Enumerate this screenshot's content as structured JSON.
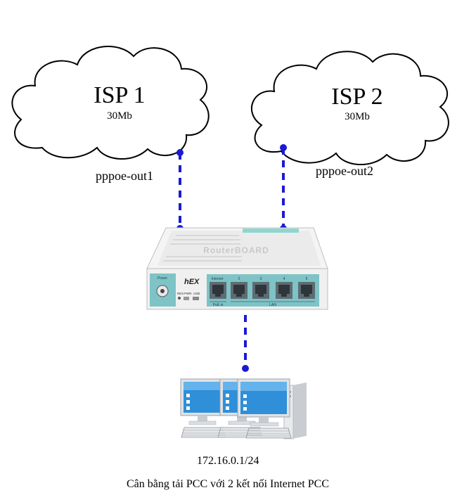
{
  "isp1": {
    "name": "ISP 1",
    "bandwidth": "30Mb",
    "link_label": "pppoe-out1"
  },
  "isp2": {
    "name": "ISP 2",
    "bandwidth": "30Mb",
    "link_label": "pppoe-out2"
  },
  "router": {
    "brand": "RouterBOARD",
    "model": "hEX",
    "power_label": "Power",
    "led_labels": [
      "RES",
      "PWR",
      "USB"
    ],
    "port_labels": [
      "Internet",
      "2",
      "3",
      "4",
      "5"
    ],
    "poe_label": "PoE in",
    "lan_label": "LAN"
  },
  "lan": {
    "subnet": "172.16.0.1/24"
  },
  "caption": "Cân bằng tải PCC với 2 kết nối Internet PCC",
  "colors": {
    "link": "#1a1ad6",
    "cloud_stroke": "#000000",
    "router_body": "#f2f2f2",
    "router_panel": "#7ec3c6",
    "port": "#5e6b72",
    "monitor_screen": "#2f8fd8"
  }
}
